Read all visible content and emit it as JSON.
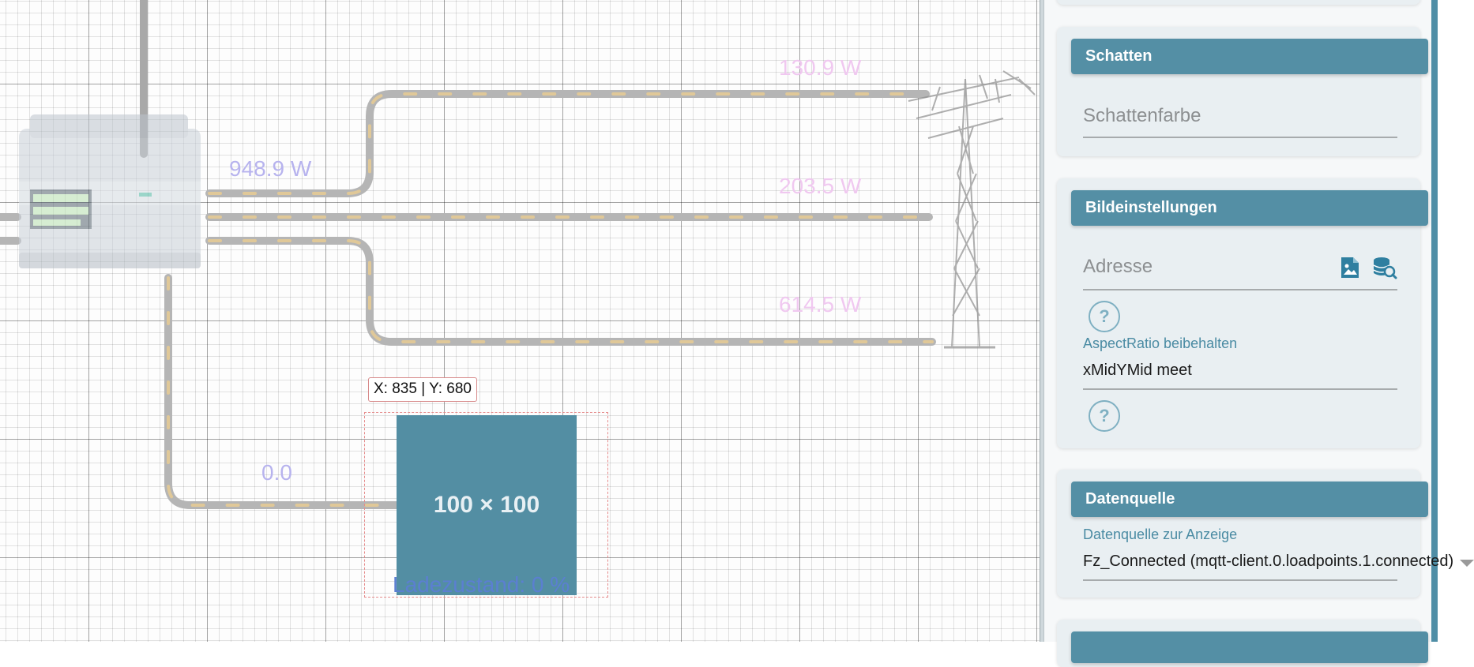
{
  "canvas": {
    "power_labels": {
      "top": "948.9 W",
      "grid_l1": "130.9 W",
      "grid_l2": "203.5 W",
      "grid_l3": "614.5 W",
      "wallbox": "0.0"
    },
    "coordinates_tooltip": "X: 835 | Y: 680",
    "placeholder_text": "100 × 100",
    "charge_label": "Ladezustand: 0 %"
  },
  "panel": {
    "shadow_card": {
      "title": "Schatten",
      "shadow_color_placeholder": "Schattenfarbe"
    },
    "image_card": {
      "title": "Bildeinstellungen",
      "address_placeholder": "Adresse",
      "aspect_ratio_label": "AspectRatio beibehalten",
      "aspect_ratio_value": "xMidYMid meet"
    },
    "datasource_card": {
      "title": "Datenquelle",
      "datasource_label": "Datenquelle zur Anzeige",
      "datasource_value": "Fz_Connected (mqtt-client.0.loadpoints.1.connected)"
    }
  },
  "colors": {
    "accent": "#548fa5",
    "label_blue": "#b7b3ee",
    "label_pink": "#f0c8f0",
    "charge_text": "#5b7fd1"
  },
  "icons": [
    "image-file-icon",
    "database-search-icon",
    "help-icon",
    "dropdown-arrow-icon",
    "energy-meter-icon",
    "power-pylon-icon"
  ]
}
